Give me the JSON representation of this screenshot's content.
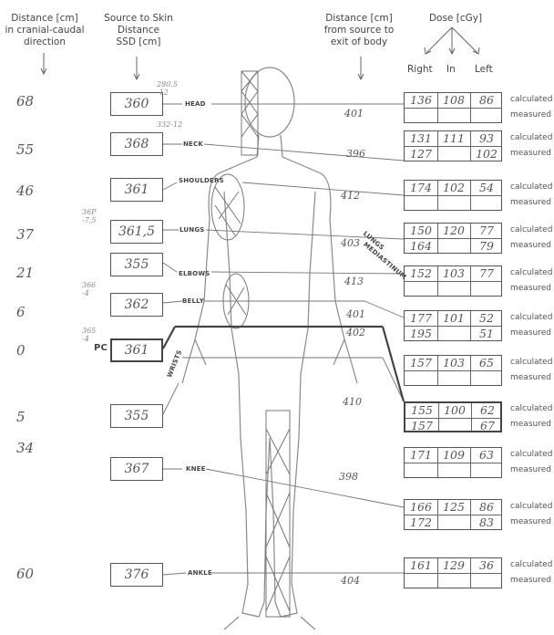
{
  "headers": {
    "distance_cc": [
      "Distance [cm]",
      "in cranial-caudal",
      "direction"
    ],
    "ssd": [
      "Source to Skin",
      "Distance",
      "SSD [cm]"
    ],
    "exit": [
      "Distance [cm]",
      "from source to",
      "exit of body"
    ],
    "dose": "Dose [cGy]",
    "dose_cols": [
      "Right",
      "In",
      "Left"
    ]
  },
  "rows": [
    {
      "dist": "68",
      "ssd": "360",
      "part": "HEAD",
      "exit": "401",
      "corr": [
        "280.5",
        "-12"
      ],
      "calc": [
        "136",
        "108",
        "86"
      ],
      "meas": [
        "",
        "",
        ""
      ]
    },
    {
      "dist": "55",
      "ssd": "368",
      "part": "NECK",
      "exit": "396",
      "corr": [
        "332-12"
      ],
      "calc": [
        "131",
        "111",
        "93"
      ],
      "meas": [
        "127",
        "",
        "102"
      ]
    },
    {
      "dist": "46",
      "ssd": "361",
      "part": "SHOULDERS",
      "exit": "412",
      "corr": [],
      "calc": [
        "174",
        "102",
        "54"
      ],
      "meas": [
        "",
        "",
        ""
      ]
    },
    {
      "dist": "37",
      "ssd": "361,5",
      "part": "LUNGS",
      "exit": "403",
      "corr": [
        "36P",
        "-7,5"
      ],
      "calc": [
        "150",
        "120",
        "77"
      ],
      "meas": [
        "164",
        "",
        "79"
      ]
    },
    {
      "dist": "21",
      "ssd": "355",
      "part": "ELBOWS",
      "exit": "413",
      "corr": [],
      "calc": [
        "152",
        "103",
        "77"
      ],
      "meas": [
        "",
        "",
        ""
      ]
    },
    {
      "dist": "6",
      "ssd": "362",
      "part": "BELLY",
      "exit": "401",
      "corr": [
        "366",
        "-4"
      ],
      "calc": [
        "177",
        "101",
        "52"
      ],
      "meas": [
        "195",
        "",
        "51"
      ]
    },
    {
      "dist": "0",
      "ssd": "361",
      "part": "PC",
      "exit": "402",
      "corr": [
        "365",
        "-4"
      ],
      "calc": [
        "157",
        "103",
        "65"
      ],
      "meas": [
        "",
        "",
        ""
      ]
    },
    {
      "dist": "5",
      "ssd": "355",
      "part": "WRISTS",
      "exit": "410",
      "corr": [],
      "calc": [
        "155",
        "100",
        "62"
      ],
      "meas": [
        "157",
        "",
        "67"
      ]
    },
    {
      "dist": "34",
      "ssd": "367",
      "part": "KNEE",
      "exit": "398",
      "corr": [],
      "calc": [
        "171",
        "109",
        "63"
      ],
      "meas": [
        "",
        "",
        ""
      ]
    },
    {
      "dist": "",
      "ssd": "",
      "part": "",
      "exit": "",
      "corr": [],
      "calc": [
        "166",
        "125",
        "86"
      ],
      "meas": [
        "172",
        "",
        "83"
      ]
    },
    {
      "dist": "60",
      "ssd": "376",
      "part": "ANKLE",
      "exit": "404",
      "corr": [],
      "calc": [
        "161",
        "129",
        "36"
      ],
      "meas": [
        "",
        "",
        ""
      ]
    }
  ],
  "extra_labels": {
    "lungs_mediastinum": [
      "LUNGS",
      "MEDIASTINUM"
    ]
  },
  "row_labels": {
    "calculated": "calculated",
    "measured": "measured"
  }
}
